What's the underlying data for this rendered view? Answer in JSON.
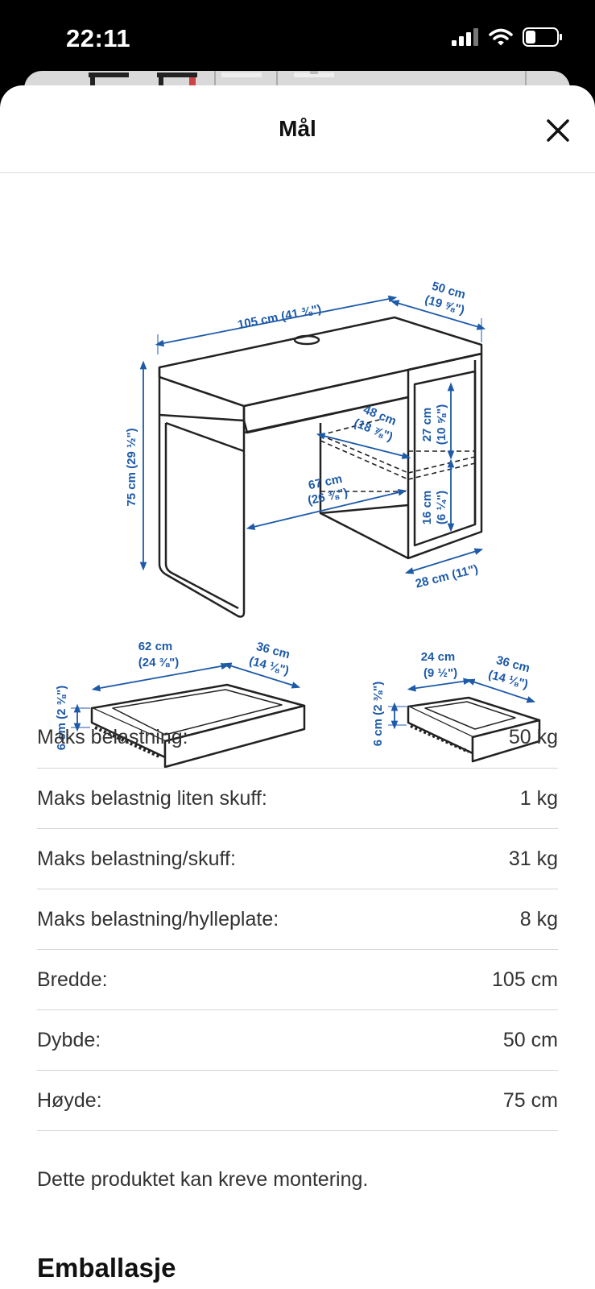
{
  "status": {
    "time": "22:11"
  },
  "sheet": {
    "title": "Mål"
  },
  "diagram": {
    "desk_width": "105 cm (41 ⅜\")",
    "desk_depth_cm": "50 cm",
    "desk_depth_in": "(19 ⅝\")",
    "desk_height": "75 cm (29 ½\")",
    "shelf_depth_cm": "48 cm",
    "shelf_depth_in": "(18 ⅞\")",
    "under_width_cm": "67 cm",
    "under_width_in": "(26 ⅜\")",
    "upper_height_cm": "27 cm",
    "upper_height_in": "(10 ⅝\")",
    "lower_height_cm": "16 cm",
    "lower_height_in": "(6 ¼\")",
    "cabinet_width": "28 cm (11\")",
    "big_drawer_w_cm": "62 cm",
    "big_drawer_w_in": "(24 ⅜\")",
    "big_drawer_d_cm": "36 cm",
    "big_drawer_d_in": "(14 ⅛\")",
    "big_drawer_h": "6 cm (2 ⅜\")",
    "small_drawer_w_cm": "24 cm",
    "small_drawer_w_in": "(9 ½\")",
    "small_drawer_d_cm": "36 cm",
    "small_drawer_d_in": "(14 ⅛\")",
    "small_drawer_h": "6 cm (2 ⅜\")"
  },
  "specs": [
    {
      "label": "Maks belastning:",
      "value": "50 kg"
    },
    {
      "label": "Maks belastnig liten skuff:",
      "value": "1 kg"
    },
    {
      "label": "Maks belastning/skuff:",
      "value": "31 kg"
    },
    {
      "label": "Maks belastning/hylleplate:",
      "value": "8 kg"
    },
    {
      "label": "Bredde:",
      "value": "105 cm"
    },
    {
      "label": "Dybde:",
      "value": "50 cm"
    },
    {
      "label": "Høyde:",
      "value": "75 cm"
    }
  ],
  "note": "Dette produktet kan kreve montering.",
  "section": {
    "title": "Emballasje"
  }
}
